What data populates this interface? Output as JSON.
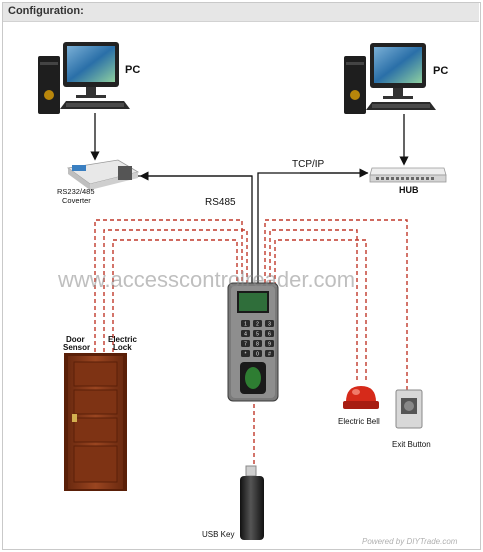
{
  "header": {
    "title": "Configuration:"
  },
  "labels": {
    "pc_left": "PC",
    "pc_right": "PC",
    "converter_line1": "RS232/485",
    "converter_line2": "Coverter",
    "hub": "HUB",
    "tcpip": "TCP/IP",
    "rs485": "RS485",
    "door_sensor_line1": "Door",
    "door_sensor_line2": "Sensor",
    "electric_lock_line1": "Electric",
    "electric_lock_line2": "Lock",
    "electric_bell": "Electric Bell",
    "exit_button": "Exit Button",
    "usb_key": "USB Key"
  },
  "watermark": "www.accesscontrolreader.com",
  "footer": "Powered by DIYTrade.com",
  "keypad_keys": [
    "1",
    "2",
    "3",
    "4",
    "5",
    "6",
    "7",
    "8",
    "9",
    "*",
    "0",
    "#"
  ],
  "colors": {
    "wire_dashed": "#c0392b",
    "wire_solid": "#111111",
    "door": "#8a3a1a",
    "bell": "#d62a1a",
    "hub": "#dcdcdc"
  }
}
